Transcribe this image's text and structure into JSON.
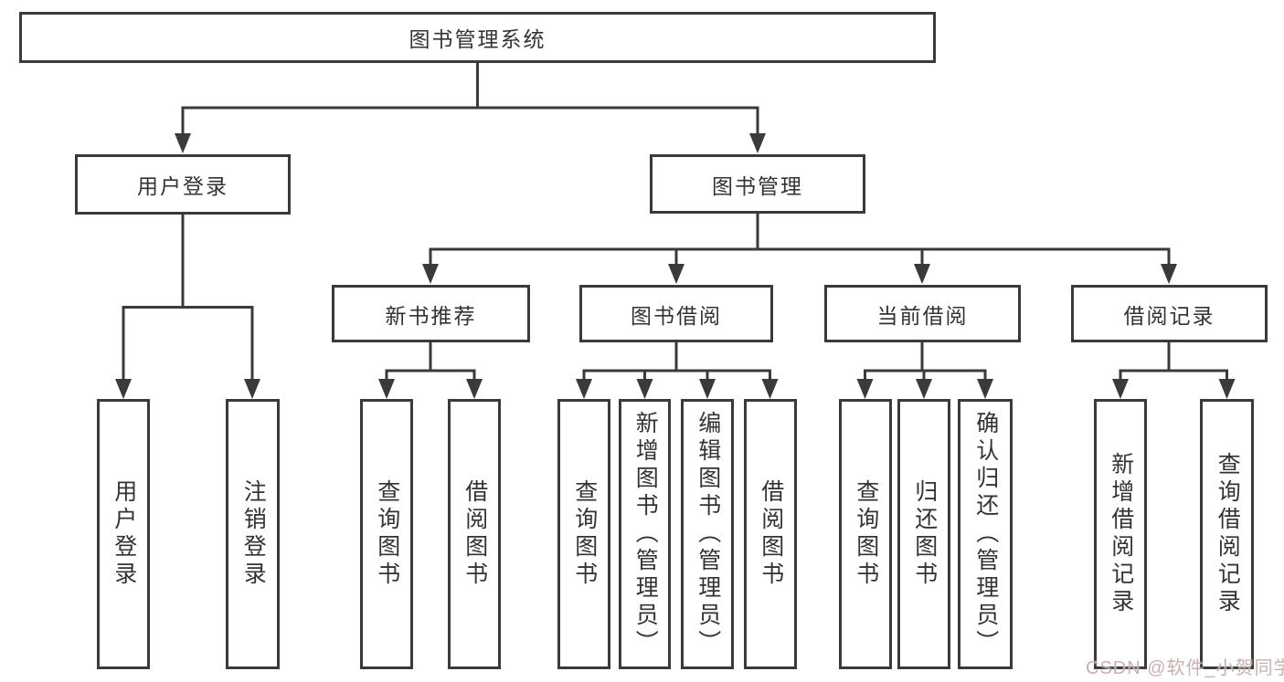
{
  "diagram": {
    "root": {
      "label": "图书管理系统"
    },
    "level2": [
      {
        "label": "用户登录",
        "children": [
          {
            "label": "用户登录"
          },
          {
            "label": "注销登录"
          }
        ]
      },
      {
        "label": "图书管理",
        "children": [
          {
            "label": "新书推荐",
            "children": [
              {
                "label": "查询图书"
              },
              {
                "label": "借阅图书"
              }
            ]
          },
          {
            "label": "图书借阅",
            "children": [
              {
                "label": "查询图书"
              },
              {
                "label": "新增图书（管理员）"
              },
              {
                "label": "编辑图书（管理员）"
              },
              {
                "label": "借阅图书"
              }
            ]
          },
          {
            "label": "当前借阅",
            "children": [
              {
                "label": "查询图书"
              },
              {
                "label": "归还图书"
              },
              {
                "label": "确认归还（管理员）"
              }
            ]
          },
          {
            "label": "借阅记录",
            "children": [
              {
                "label": "新增借阅记录"
              },
              {
                "label": "查询借阅记录"
              }
            ]
          }
        ]
      }
    ]
  },
  "watermark": {
    "text": "CSDN @软件_小贺同学",
    "color": "#c9abab"
  },
  "colors": {
    "line": "#3a3a3a",
    "border": "#3a3a3a",
    "text": "#333333",
    "background": "#ffffff"
  }
}
